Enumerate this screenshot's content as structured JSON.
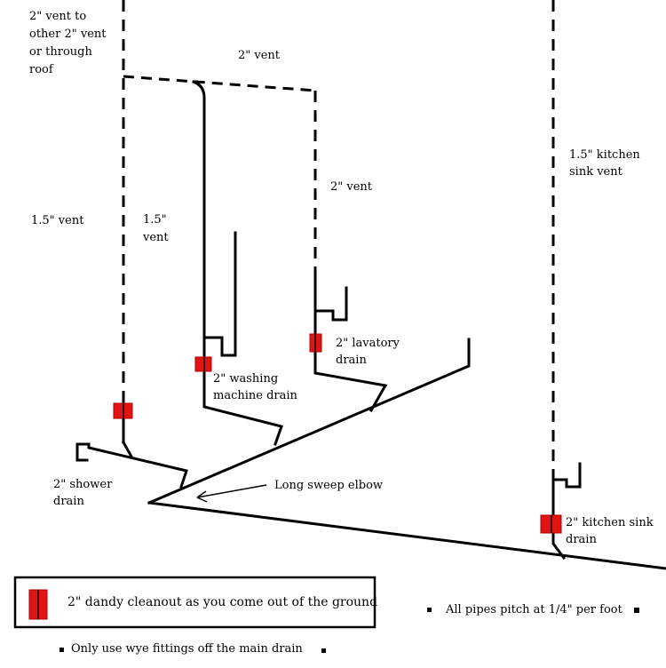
{
  "labels": {
    "top_vent_line1": "2\" vent to",
    "top_vent_line2": "other 2\" vent",
    "top_vent_line3": "or through",
    "top_vent_line4": "roof",
    "two_inch_vent_top": "2\" vent",
    "two_inch_vent_mid": "2\" vent",
    "kitchen_vent_line1": "1.5\" kitchen",
    "kitchen_vent_line2": "sink vent",
    "vent_left": "1.5\" vent",
    "vent_mid_line1": "1.5\"",
    "vent_mid_line2": "vent",
    "lavatory_line1": "2\" lavatory",
    "lavatory_line2": "drain",
    "washing_line1": "2\" washing",
    "washing_line2": "machine drain",
    "shower_line1": "2\" shower",
    "shower_line2": "drain",
    "long_sweep": "Long sweep elbow",
    "kitchen_drain_line1": "2\" kitchen sink",
    "kitchen_drain_line2": "drain"
  },
  "legend": {
    "cleanout_text": "2\" dandy cleanout as you come out of the ground"
  },
  "notes": {
    "pitch": "All pipes pitch at 1/4\" per foot",
    "wye": "Only use wye fittings off the main drain"
  },
  "colors": {
    "cleanout": "#e11414",
    "pipe": "#000000"
  }
}
